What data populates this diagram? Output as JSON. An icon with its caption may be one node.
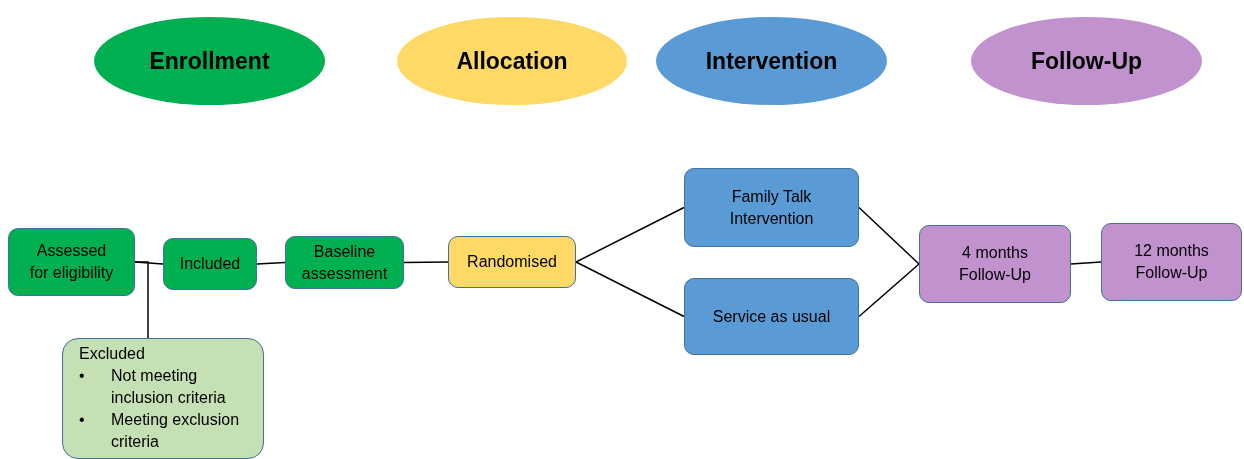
{
  "diagram": {
    "nodes": [
      {
        "text": [
          "Enrollment"
        ]
      },
      {
        "text": [
          "Allocation"
        ]
      },
      {
        "text": [
          "Intervention"
        ]
      },
      {
        "text": [
          "Follow-Up"
        ]
      },
      {
        "text": [
          "Assessed for eligibility"
        ]
      },
      {
        "text": [
          "Included"
        ]
      },
      {
        "text": [
          "Baseline assessment"
        ]
      },
      {
        "text": [
          "Randomised"
        ]
      },
      {
        "text": [
          "Family Talk Intervention"
        ]
      },
      {
        "text": [
          "Service as usual"
        ]
      },
      {
        "text": [
          "4 months Follow-Up"
        ]
      },
      {
        "text": [
          "12 months Follow-Up"
        ]
      },
      {
        "text": [
          "Excluded",
          "•",
          "Not meeting inclusion criteria",
          "•",
          "Meeting exclusion criteria"
        ]
      }
    ],
    "edges": [
      {
        "from": 4,
        "to": 5,
        "arrow": "none"
      },
      {
        "from": 4,
        "to": 12,
        "arrow": "none"
      },
      {
        "from": 5,
        "to": 6,
        "arrow": "none"
      },
      {
        "from": 6,
        "to": 7,
        "arrow": "none"
      },
      {
        "from": 7,
        "to": 8,
        "arrow": "none"
      },
      {
        "from": 7,
        "to": 9,
        "arrow": "none"
      },
      {
        "from": 8,
        "to": 10,
        "arrow": "none"
      },
      {
        "from": 9,
        "to": 10,
        "arrow": "none"
      },
      {
        "from": 10,
        "to": 11,
        "arrow": "none"
      }
    ]
  }
}
